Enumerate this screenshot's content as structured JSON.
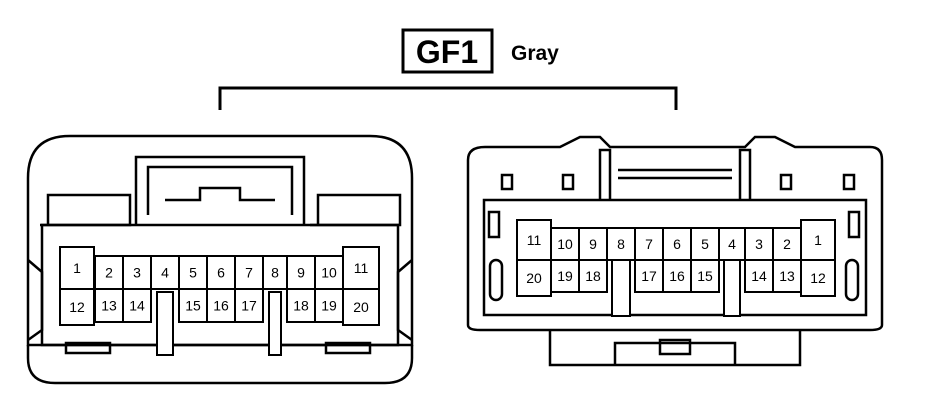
{
  "connector": {
    "code": "GF1",
    "color": "Gray"
  },
  "left_connector": {
    "top_row": [
      "1",
      "2",
      "3",
      "4",
      "5",
      "6",
      "7",
      "8",
      "9",
      "10",
      "11"
    ],
    "bottom_row": [
      "12",
      "13",
      "14",
      "15",
      "16",
      "17",
      "18",
      "19",
      "20"
    ]
  },
  "right_connector": {
    "top_row": [
      "11",
      "10",
      "9",
      "8",
      "7",
      "6",
      "5",
      "4",
      "3",
      "2",
      "1"
    ],
    "bottom_row": [
      "20",
      "19",
      "18",
      "17",
      "16",
      "15",
      "14",
      "13",
      "12"
    ]
  }
}
